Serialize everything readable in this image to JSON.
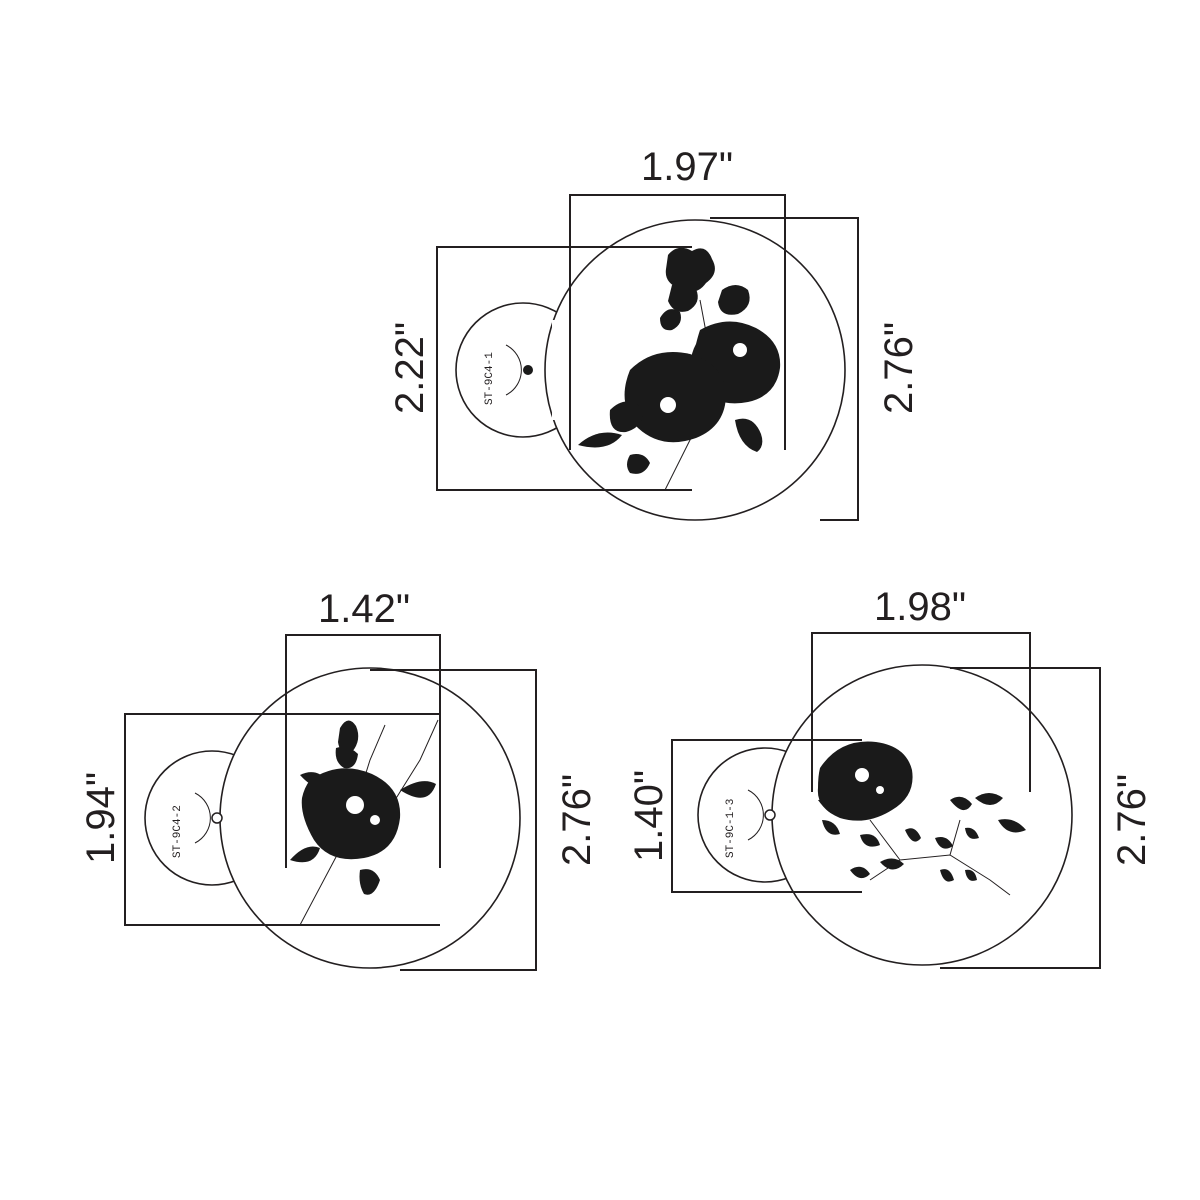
{
  "stencils": [
    {
      "code": "ST-9C4-1",
      "dimensions": {
        "top": "1.97\"",
        "left": "2.22\"",
        "right": "2.76\""
      }
    },
    {
      "code": "ST-9C4-2",
      "dimensions": {
        "top": "1.42\"",
        "left": "1.94\"",
        "right": "2.76\""
      }
    },
    {
      "code": "ST-9C-1-3",
      "dimensions": {
        "top": "1.98\"",
        "left": "1.40\"",
        "right": "2.76\""
      }
    }
  ],
  "colors": {
    "ink": "#231f20",
    "background": "#ffffff"
  },
  "icons": [
    "rose-bouquet-icon",
    "single-rose-icon",
    "rose-branch-icon"
  ]
}
